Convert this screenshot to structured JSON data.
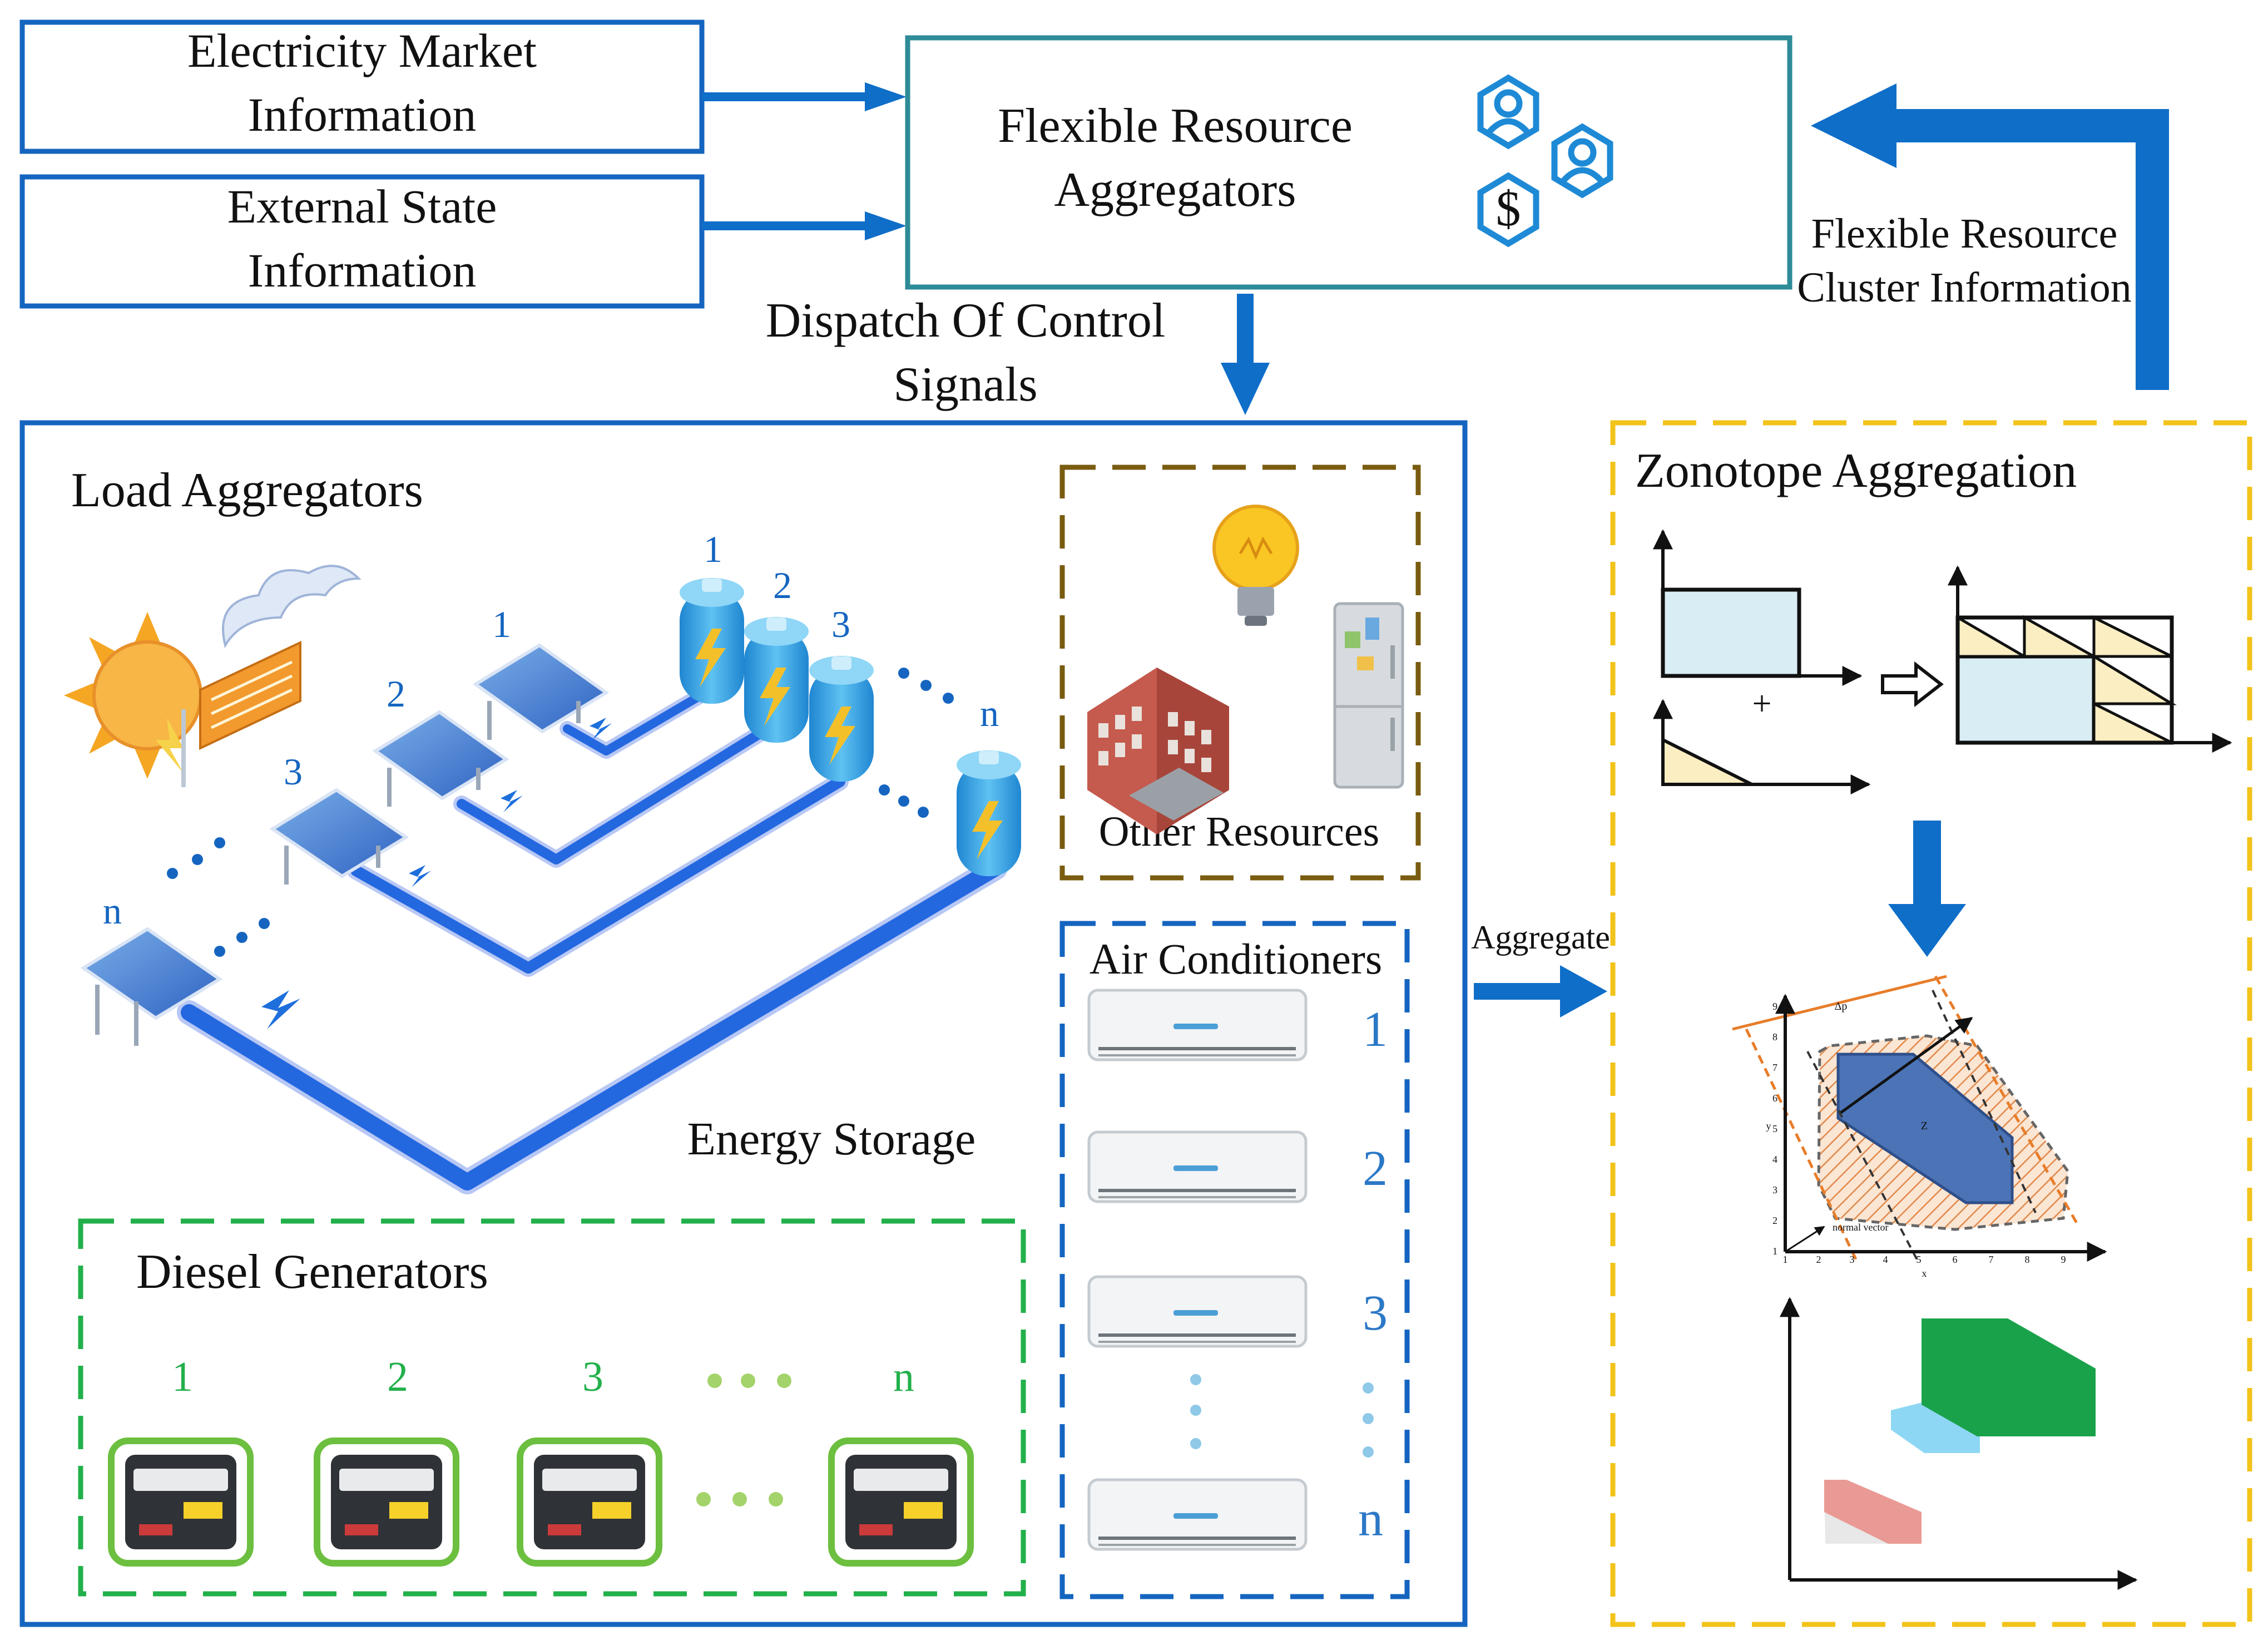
{
  "colors": {
    "blue": "#1565c0",
    "teal": "#2e8b98",
    "arrow": "#0f6ec8",
    "olive": "#7a5c10",
    "green": "#22b04a",
    "yellow": "#f2c319",
    "panel_light": "#d9edf5",
    "triangle": "#fbeec2"
  },
  "inputs": {
    "market_line1": "Electricity Market",
    "market_line2": "Information",
    "state_line1": "External State",
    "state_line2": "Information"
  },
  "aggregator": {
    "line1": "Flexible Resource",
    "line2": "Aggregators",
    "icon": "hexagon-network-icon"
  },
  "dispatch": {
    "line1": "Dispatch Of Control",
    "line2": "Signals"
  },
  "cluster_info": {
    "line1": "Flexible Resource",
    "line2": "Cluster Information"
  },
  "load": {
    "title": "Load Aggregators",
    "storage_label": "Energy Storage",
    "pv_labels": [
      "1",
      "2",
      "3",
      "n"
    ],
    "battery_labels": [
      "1",
      "2",
      "3",
      "n"
    ]
  },
  "other": {
    "title": "Other Resources",
    "icons": [
      "light-bulb-icon",
      "building-icon",
      "refrigerator-icon"
    ]
  },
  "ac": {
    "title": "Air Conditioners",
    "labels": [
      "1",
      "2",
      "3",
      "n"
    ]
  },
  "diesel": {
    "title": "Diesel Generators",
    "labels": [
      "1",
      "2",
      "3",
      "n"
    ]
  },
  "aggregate_label": "Aggregate",
  "zonotope": {
    "title": "Zonotope Aggregation",
    "plus": "+",
    "plot_xticks": [
      "1",
      "2",
      "3",
      "4",
      "5",
      "6",
      "7",
      "8",
      "9"
    ],
    "plot_yticks": [
      "1",
      "2",
      "3",
      "4",
      "5",
      "6",
      "7",
      "8",
      "9"
    ],
    "plot_tiny_x": "x",
    "plot_tiny_y": "y",
    "plot_tiny_z": "Z",
    "plot_tiny_dp": "Δp",
    "plot_tiny_nv": "normal vector"
  }
}
